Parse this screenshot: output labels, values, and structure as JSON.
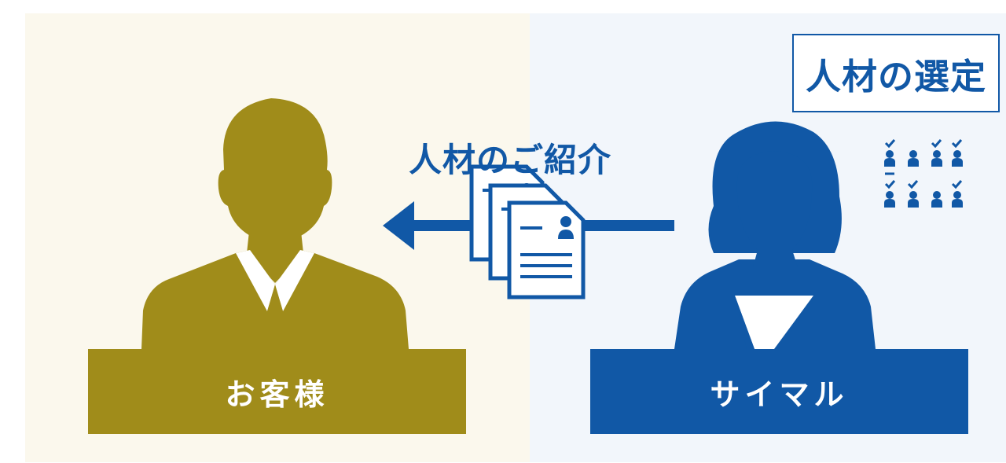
{
  "customer": {
    "label": "お客様",
    "color": "#a08c1a"
  },
  "simul": {
    "label": "サイマル",
    "color": "#1158a6"
  },
  "flow": {
    "label": "人材のご紹介"
  },
  "selection": {
    "label": "人材の選定"
  },
  "icons": {
    "man": "man-silhouette-icon",
    "woman": "woman-silhouette-icon",
    "resumes": "resume-stack-icon",
    "candidates": "candidate-checklist-icon",
    "arrow": "arrow-left-icon"
  }
}
